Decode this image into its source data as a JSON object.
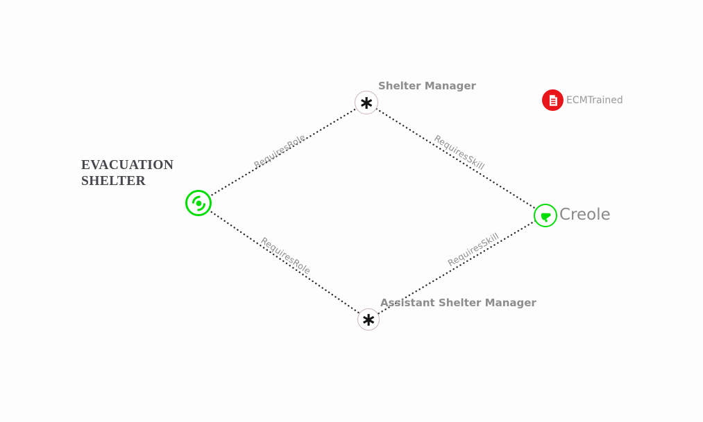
{
  "colors": {
    "accent_green": "#00dd05",
    "accent_red": "#e8151b",
    "edge_dots": "#2e2b2b",
    "edge_label_text": "#8f8f8f",
    "node_label_text": "#8d8d8d",
    "entity_title_text": "#46464c"
  },
  "nodes": [
    {
      "id": "evacuation-shelter",
      "type": "entity",
      "icon": "hurricane-icon",
      "label": "EVACUATION SHELTER",
      "label_line1": "EVACUATION",
      "label_line2": "SHELTER"
    },
    {
      "id": "shelter-manager",
      "type": "role",
      "glyph": "∗",
      "label": "Shelter Manager"
    },
    {
      "id": "assistant-shelter-manager",
      "type": "role",
      "glyph": "∗",
      "label": "Assistant Shelter Manager"
    },
    {
      "id": "creole",
      "type": "skill",
      "icon": "megaphone-icon",
      "label": "Creole"
    }
  ],
  "edges": [
    {
      "from": "evacuation-shelter",
      "to": "shelter-manager",
      "label": "RequiresRole",
      "style": "dotted"
    },
    {
      "from": "shelter-manager",
      "to": "creole",
      "label": "RequiresSkill",
      "style": "dotted"
    },
    {
      "from": "evacuation-shelter",
      "to": "assistant-shelter-manager",
      "label": "RequiresRole",
      "style": "dotted"
    },
    {
      "from": "assistant-shelter-manager",
      "to": "creole",
      "label": "RequiresSkill",
      "style": "dotted"
    }
  ],
  "legend": {
    "id": "ecm-trained",
    "icon": "document-icon",
    "label": "ECMTrained"
  }
}
